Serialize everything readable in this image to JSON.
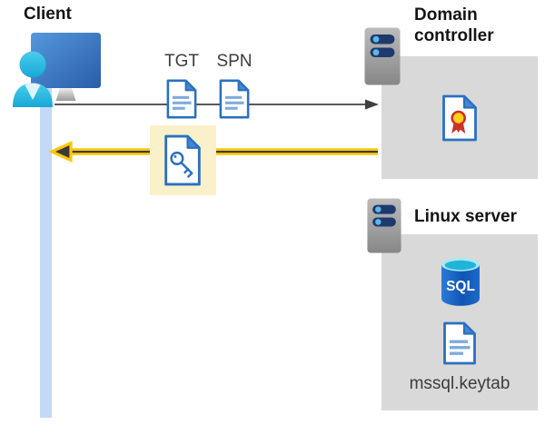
{
  "client": {
    "label": "Client"
  },
  "flow": {
    "tgt_label": "TGT",
    "spn_label": "SPN"
  },
  "domain_controller": {
    "label": "Domain controller"
  },
  "linux_server": {
    "label": "Linux server",
    "sql_badge": "SQL",
    "keytab_label": "mssql.keytab"
  },
  "icons": {
    "client": "user-at-computer-icon",
    "documents": "document-icon",
    "ticket": "document-with-key-icon",
    "certificate": "certificate-document-icon",
    "servers": "server-icon",
    "database": "sql-database-icon"
  },
  "colors": {
    "doc_border_blue": "#2a70c2",
    "doc_fold_blue": "#4586ce",
    "doc_line_blue": "#7fabdf",
    "box_gray": "#d9d9d9",
    "timeline_blue": "#c3d9f6",
    "arrow_gray": "#595959",
    "arrow_yellow": "#ffc80d",
    "highlight_yellow": "#faf0c9",
    "server_bar_navy": "#1e3a6d",
    "server_dot_blue": "#5cb8e8",
    "cert_ribbon_red": "#cf3028",
    "cert_seal_gold": "#ffd018",
    "sql_body_blue": "#1059b8",
    "sql_top_cyan": "#1fb4d8",
    "person_cyan": "#2cc0e6",
    "monitor_blue": "#3a78c4",
    "title_text": "#151515",
    "label_text": "#3d3d3d"
  }
}
